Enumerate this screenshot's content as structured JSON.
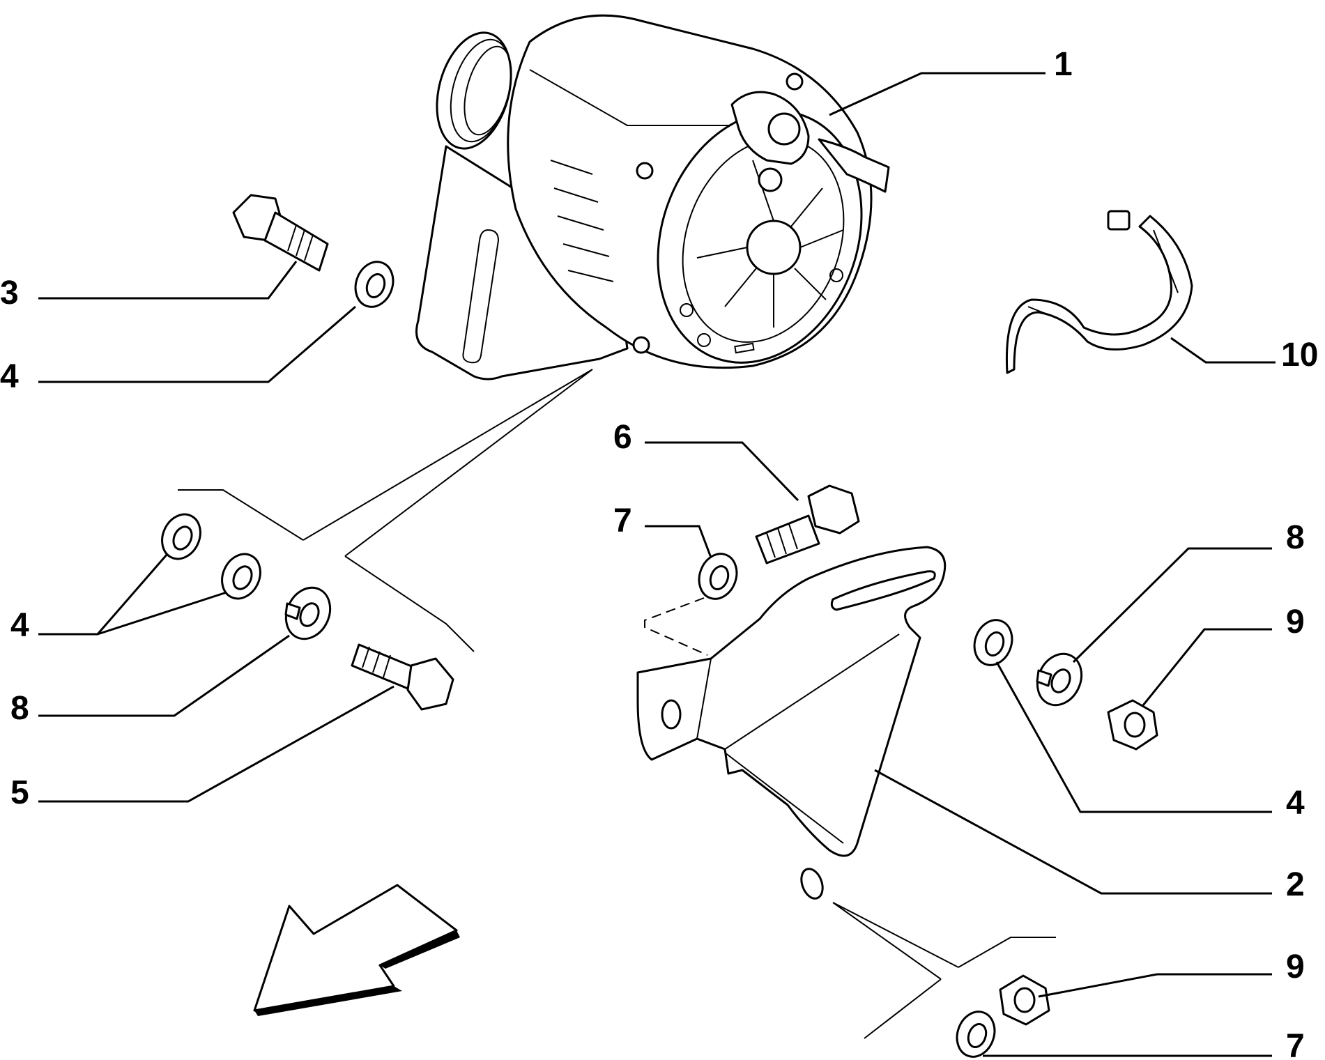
{
  "diagram": {
    "callouts": [
      {
        "id": "c1",
        "label": "1"
      },
      {
        "id": "c3",
        "label": "3"
      },
      {
        "id": "c4a",
        "label": "4"
      },
      {
        "id": "c10",
        "label": "10"
      },
      {
        "id": "c6",
        "label": "6"
      },
      {
        "id": "c7a",
        "label": "7"
      },
      {
        "id": "c8a",
        "label": "8"
      },
      {
        "id": "c9a",
        "label": "9"
      },
      {
        "id": "c4b",
        "label": "4"
      },
      {
        "id": "c8b",
        "label": "8"
      },
      {
        "id": "c5",
        "label": "5"
      },
      {
        "id": "c4c",
        "label": "4"
      },
      {
        "id": "c2",
        "label": "2"
      },
      {
        "id": "c9b",
        "label": "9"
      },
      {
        "id": "c7b",
        "label": "7"
      }
    ]
  }
}
